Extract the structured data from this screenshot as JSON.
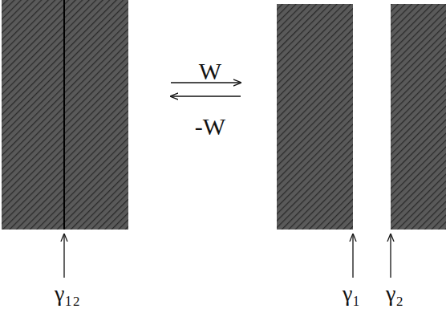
{
  "diagram": {
    "labels": [
      "W",
      "-W",
      "γ₁₂",
      "γ₁",
      "γ₂"
    ]
  }
}
